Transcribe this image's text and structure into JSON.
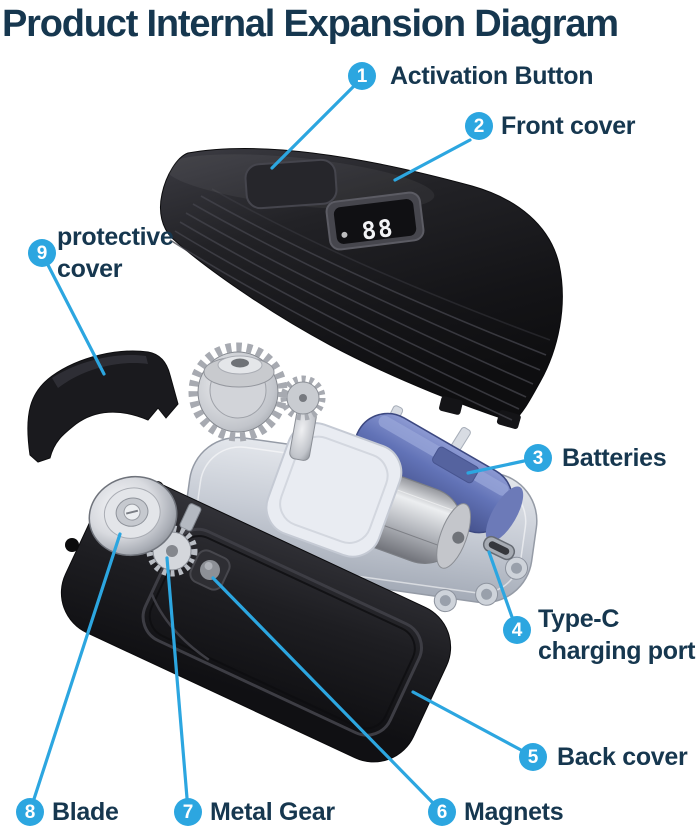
{
  "title": "Product Internal Expansion Diagram",
  "led_display": {
    "digits": "88"
  },
  "callouts": [
    {
      "number": "1",
      "label": "Activation Button"
    },
    {
      "number": "2",
      "label": "Front cover"
    },
    {
      "number": "3",
      "label": "Batteries"
    },
    {
      "number": "4",
      "line1": "Type-C",
      "line2": "charging port"
    },
    {
      "number": "5",
      "label": "Back cover"
    },
    {
      "number": "6",
      "label": "Magnets"
    },
    {
      "number": "7",
      "label": "Metal Gear"
    },
    {
      "number": "8",
      "label": "Blade"
    },
    {
      "number": "9",
      "line1": "protective",
      "line2": "cover"
    }
  ],
  "colors": {
    "accent_blue": "#2ca6e0",
    "label_text": "#16374f",
    "cover_black": "#1a1a1e",
    "chassis_gray": "#c9ced7",
    "battery_blue": "#5f6fb4",
    "motor_silver": "#babdc3",
    "led_digits": "#f2f3f5"
  }
}
